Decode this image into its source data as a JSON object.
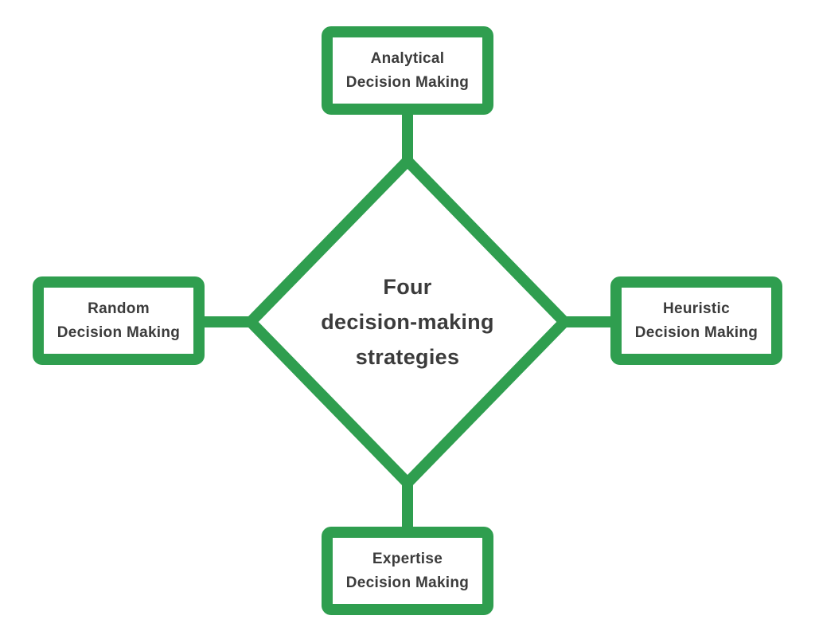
{
  "diagram": {
    "center": {
      "line1": "Four",
      "line2": "decision-making",
      "line3": "strategies"
    },
    "nodes": {
      "top": {
        "line1": "Analytical",
        "line2": "Decision Making"
      },
      "left": {
        "line1": "Random",
        "line2": "Decision Making"
      },
      "right": {
        "line1": "Heuristic",
        "line2": "Decision Making"
      },
      "bottom": {
        "line1": "Expertise",
        "line2": "Decision Making"
      }
    },
    "colors": {
      "accent_green": "#2F9E4F",
      "text": "#3B3B3B",
      "background": "#FFFFFF"
    }
  }
}
